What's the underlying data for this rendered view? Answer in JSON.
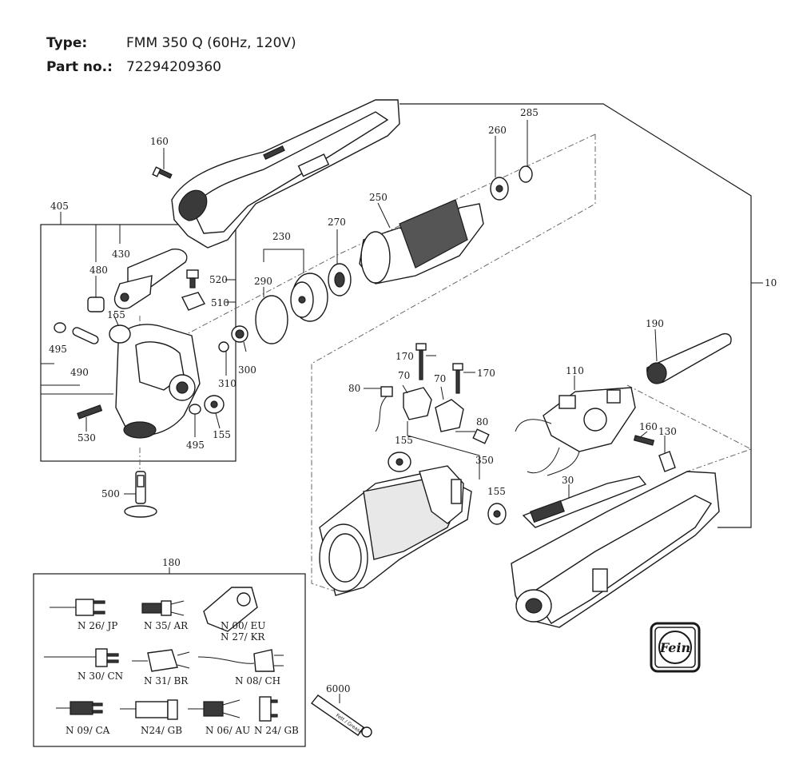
{
  "header": {
    "type_label": "Type:",
    "type_value": "FMM 350 Q (60Hz, 120V)",
    "part_label": "Part no.:",
    "part_value": "72294209360"
  },
  "callouts": {
    "c10": "10",
    "c30": "30",
    "c70a": "70",
    "c70b": "70",
    "c80a": "80",
    "c80b": "80",
    "c110": "110",
    "c130": "130",
    "c155a": "155",
    "c155b": "155",
    "c155c": "155",
    "c155d": "155",
    "c160a": "160",
    "c160b": "160",
    "c170a": "170",
    "c170b": "170",
    "c180": "180",
    "c190": "190",
    "c230": "230",
    "c250": "250",
    "c260": "260",
    "c270": "270",
    "c285": "285",
    "c290": "290",
    "c300": "300",
    "c310": "310",
    "c350": "350",
    "c405": "405",
    "c430": "430",
    "c480": "480",
    "c490": "490",
    "c495a": "495",
    "c495b": "495",
    "c500": "500",
    "c510": "510",
    "c520": "520",
    "c530": "530",
    "c6000": "6000"
  },
  "plugs": {
    "n26": "N 26/ JP",
    "n35": "N 35/ AR",
    "n00": "N 00/ EU",
    "n27": "N 27/ KR",
    "n30": "N 30/ CN",
    "n31": "N 31/ BR",
    "n08": "N 08/ CH",
    "n09": "N 09/ CA",
    "n24a": "N24/ GB",
    "n06": "N 06/ AU",
    "n24b": "N 24/ GB"
  },
  "tube_label": "Fett / Grease",
  "logo_text": "Fein"
}
